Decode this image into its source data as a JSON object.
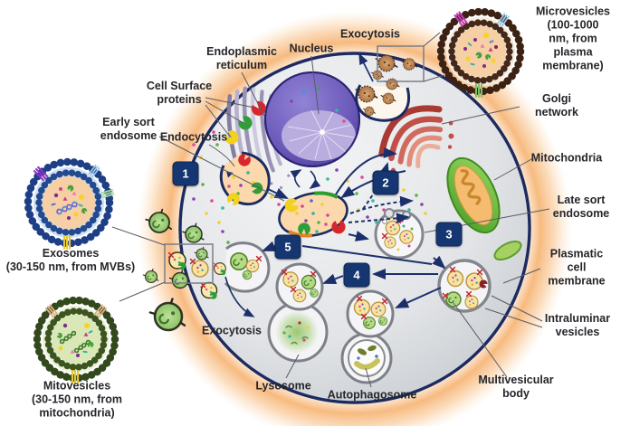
{
  "labels": {
    "endoplasmic_reticulum": "Endoplasmic\nreticulum",
    "nucleus": "Nucleus",
    "exocytosis_top": "Exocytosis",
    "cell_surface_proteins": "Cell Surface\nproteins",
    "early_sort_endosome": "Early sort\nendosome",
    "endocytosis": "Endocytosis",
    "golgi_network": "Golgi network",
    "mitochondria": "Mitochondria",
    "late_sort_endosome": "Late sort\nendosome",
    "plasmatic_cell_membrane": "Plasmatic cell\nmembrane",
    "intraluminar_vesicles": "Intraluminar\nvesicles",
    "multivesicular_body": "Multivesicular\nbody",
    "autophagosome": "Autophagosome",
    "lysosome": "Lysosome",
    "exocytosis_bottom": "Exocytosis"
  },
  "vesicle_types": {
    "microvesicles": "Microvesicles\n(100-1000 nm, from\nplasma membrane)",
    "exosomes": "Exosomes\n(30-150 nm, from MVBs)",
    "mitovesicles": "Mitovesicles\n(30-150 nm, from\nmitochondria)"
  },
  "steps": {
    "s1": "1",
    "s2": "2",
    "s3": "3",
    "s4": "4",
    "s5": "5"
  },
  "colors": {
    "membrane_navy": "#1b2a60",
    "step_badge_navy": "#153671",
    "glow_orange": "#f5a95f",
    "cell_gray": "#d8dadd",
    "golgi_red": "#c15048",
    "mitochondria_green": "#62b53a",
    "nucleus_purple": "#5d4ba8",
    "exosome_membrane": "#1e3f86",
    "microvesicle_membrane": "#3b2214",
    "mitovesicle_membrane": "#33491d"
  }
}
